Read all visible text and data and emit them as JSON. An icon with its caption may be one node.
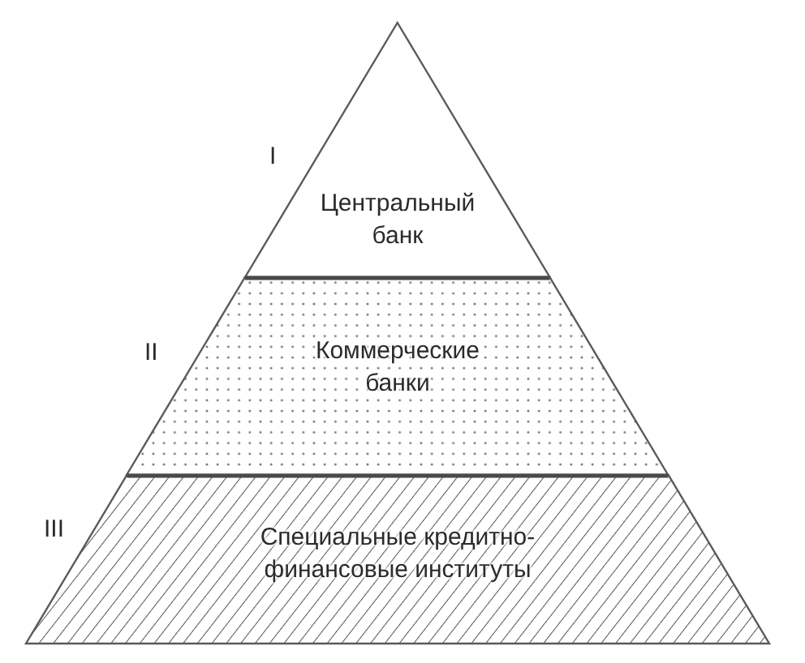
{
  "diagram": {
    "nodes": [
      {
        "text": [
          "Центральный банк"
        ],
        "beside": [
          "I"
        ]
      },
      {
        "text": [
          "Коммерческие банки"
        ],
        "beside": [
          "II"
        ]
      },
      {
        "text": [
          "Специальные кредитно-финансовые институты"
        ],
        "beside": [
          "III"
        ]
      }
    ]
  }
}
